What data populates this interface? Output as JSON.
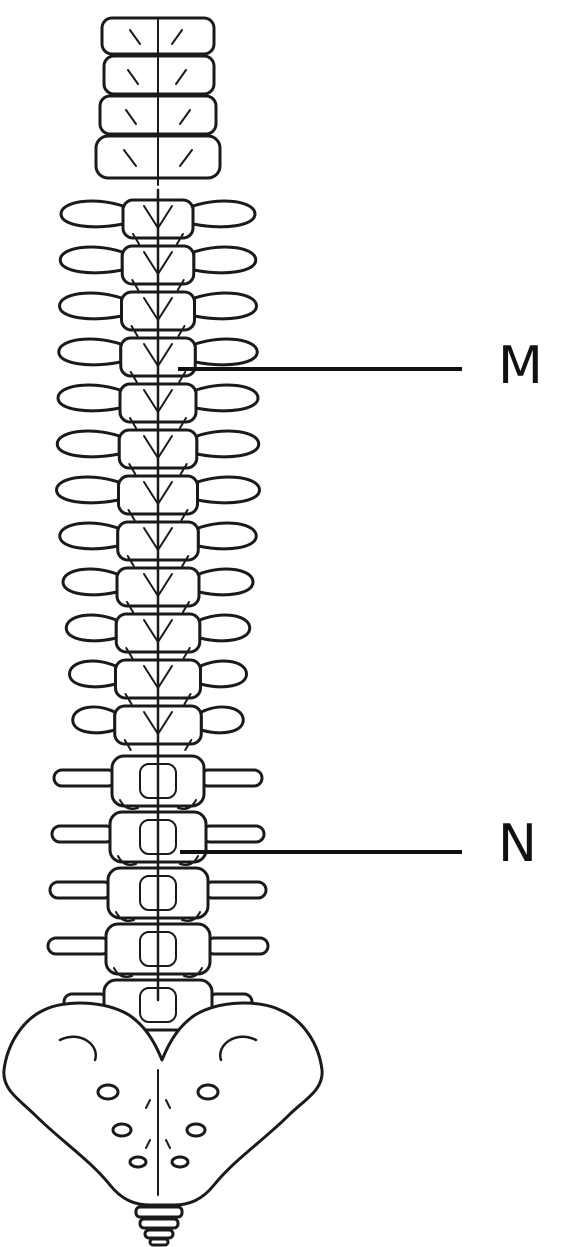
{
  "diagram": {
    "labels": [
      {
        "id": "M",
        "text": "M"
      },
      {
        "id": "N",
        "text": "N"
      }
    ]
  },
  "colors": {
    "outline": "#1a1a1a",
    "bone_fill": "#ffffff",
    "background": "#ffffff",
    "leader_line": "#111111"
  }
}
